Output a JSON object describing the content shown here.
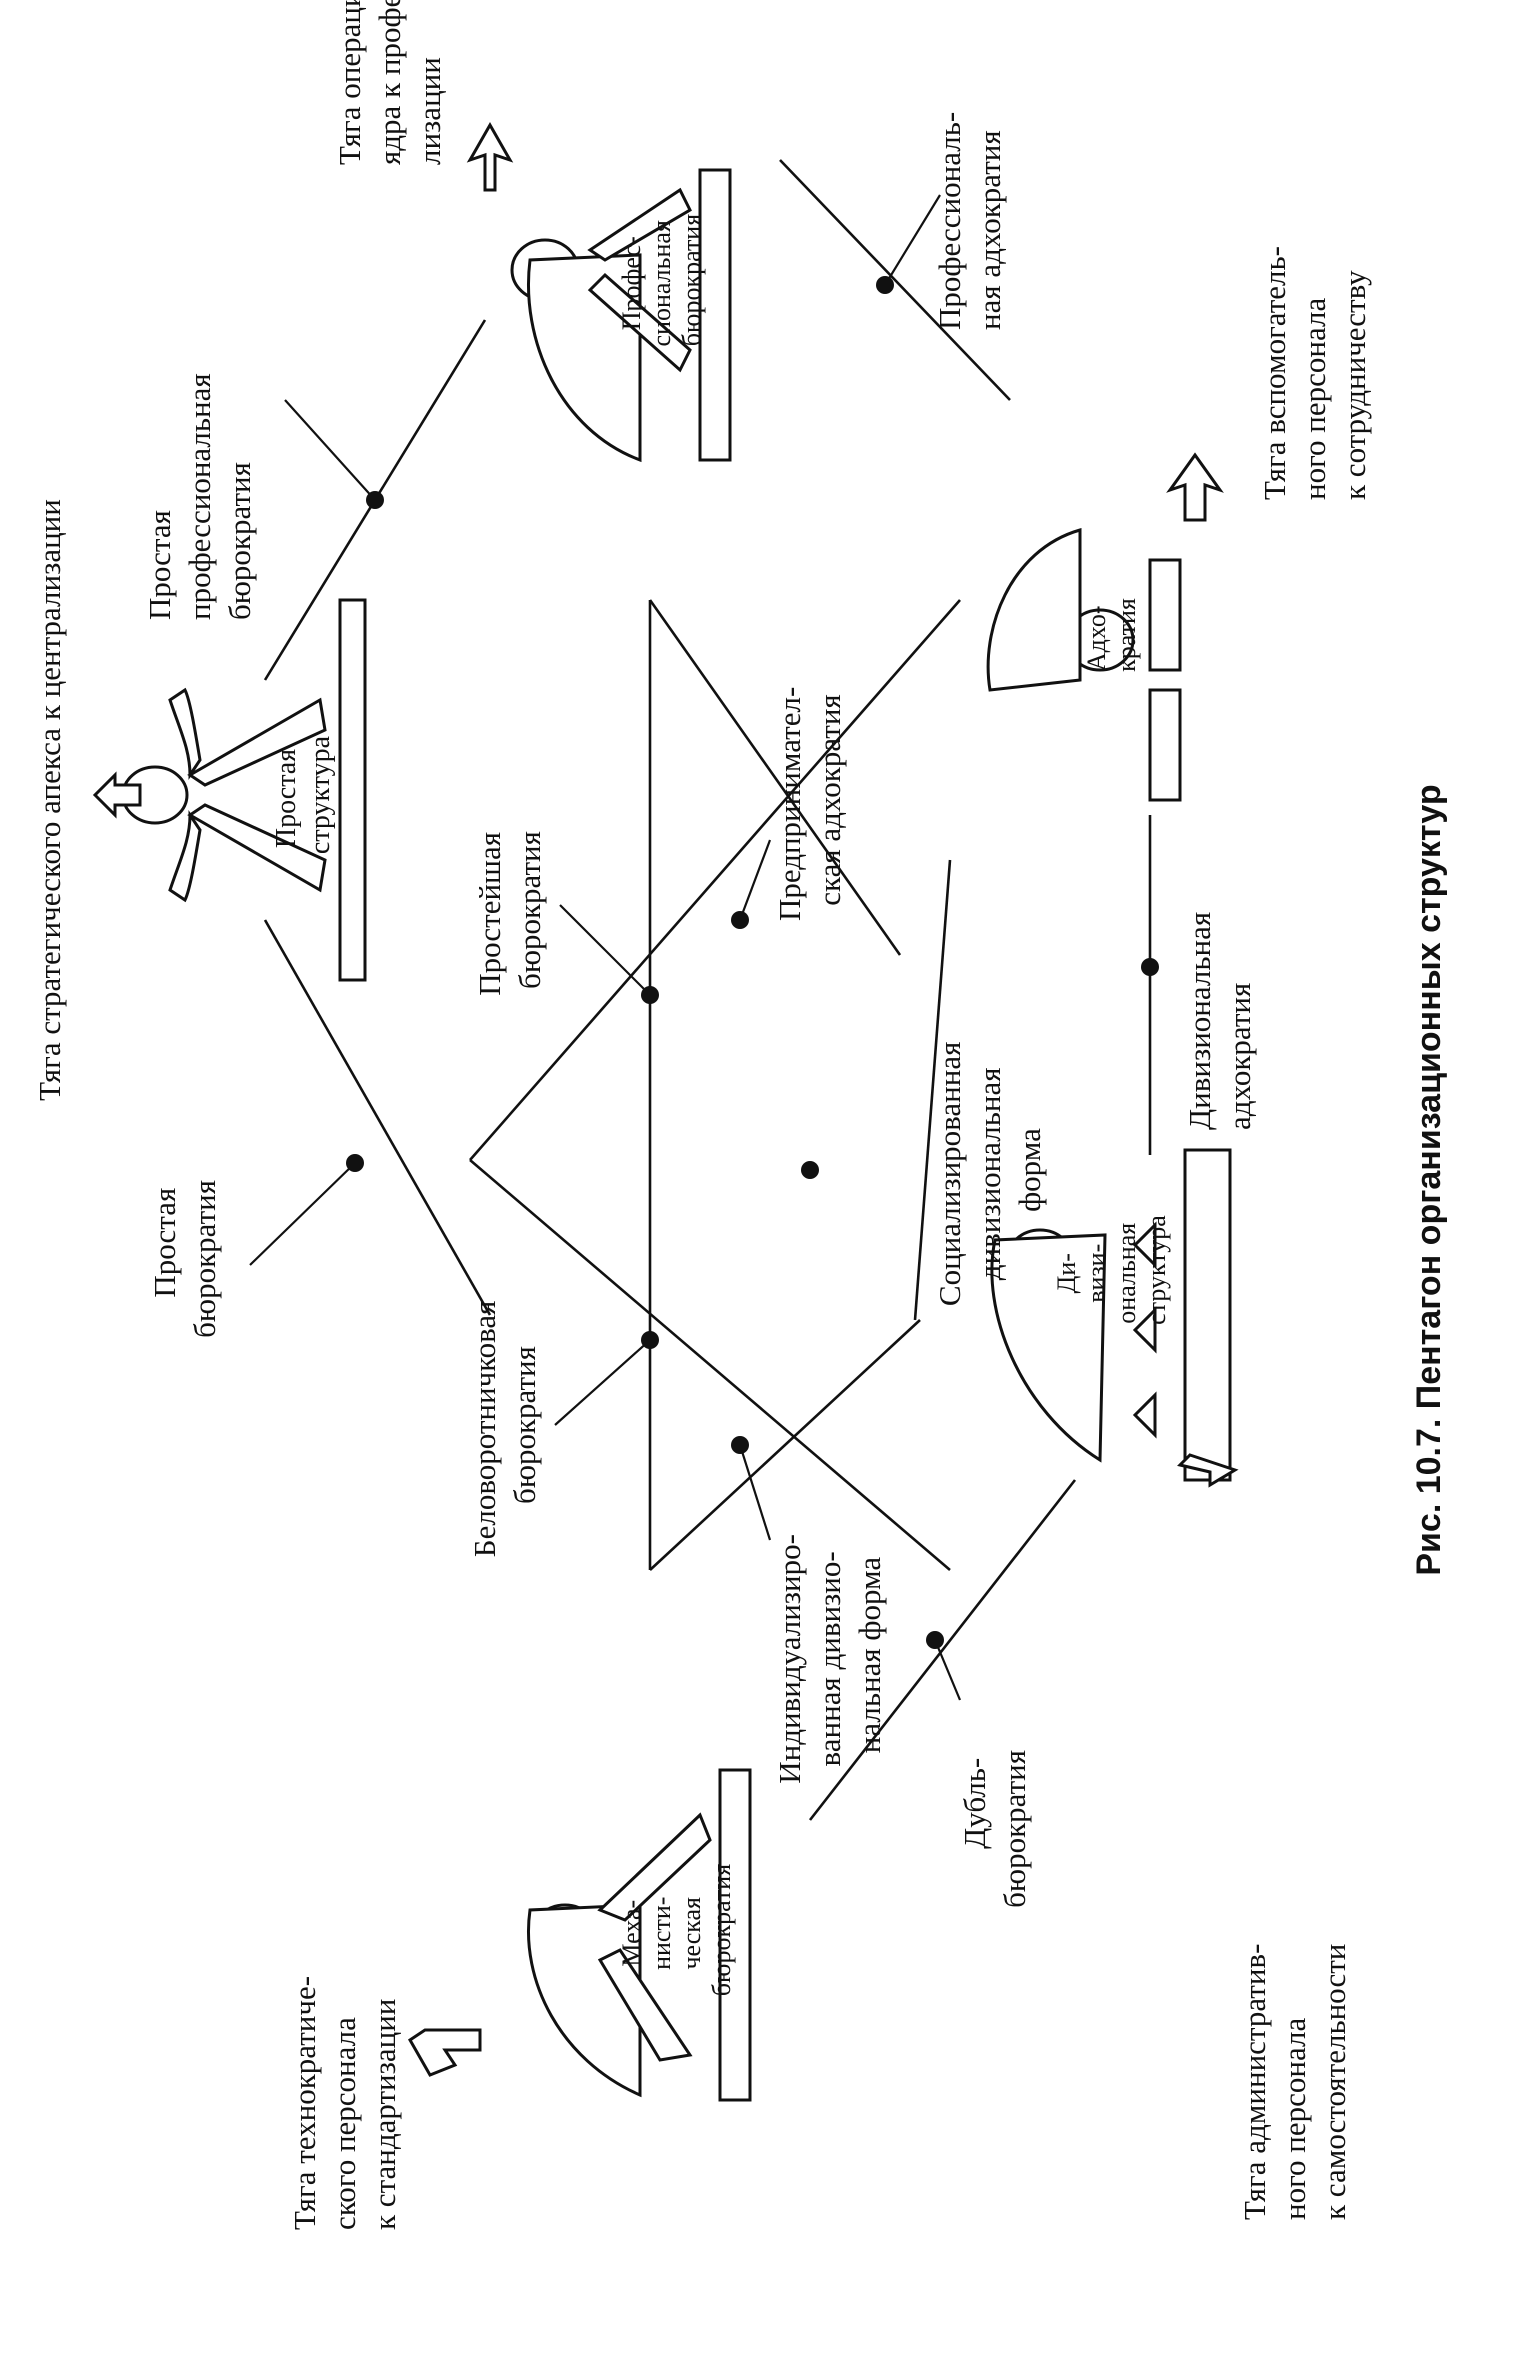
{
  "figure": {
    "caption": "Рис. 10.7. Пентагон организационных структур",
    "structures": {
      "simple": [
        "Простая",
        "структура"
      ],
      "machine": [
        "Меха-",
        "нисти-",
        "ческая",
        "бюрократия"
      ],
      "professional": [
        "Профес-",
        "сиональная",
        "бюрократия"
      ],
      "divisional": [
        "Ди-",
        "визи-",
        "ональная",
        "структура"
      ],
      "adhocracy": [
        "Адхо-",
        "кратия"
      ]
    },
    "pulls": {
      "strategic_apex": [
        "Тяга стратегического апекса к централизации"
      ],
      "technostructure": [
        "Тяга технократиче-",
        "ского персонала",
        "к стандартизации"
      ],
      "operating_core": [
        "Тяга операционного",
        "ядра к профессиона-",
        "лизации"
      ],
      "middle_line": [
        "Тяга административ-",
        "ного персонала",
        "к самостоятельности"
      ],
      "support_staff": [
        "Тяга вспомогатель-",
        "ного персонала",
        "к сотрудничеству"
      ]
    },
    "hybrids": {
      "simple_bureaucracy": [
        "Простая",
        "бюрократия"
      ],
      "simple_professional_bureaucracy": [
        "Простая",
        "профессиональная",
        "бюрократия"
      ],
      "professional_adhocracy": [
        "Профессиональ-",
        "ная адхократия"
      ],
      "divisional_adhocracy": [
        "Дивизиональная",
        "адхократия"
      ],
      "dual_bureaucracy": [
        "Дубль-",
        "бюрократия"
      ],
      "white_collar_bureaucracy": [
        "Беловоротничковая",
        "бюрократия"
      ],
      "simplest_bureaucracy": [
        "Простейшая",
        "бюрократия"
      ],
      "entrepreneurial_adhocracy": [
        "Предпринимател-",
        "ская адхократия"
      ],
      "socialized_divisional_form": [
        "Социализированная",
        "дивизиональная",
        "форма"
      ],
      "individualized_divisional_form": [
        "Индивидуализиро-",
        "ванная дивизио-",
        "нальная форма"
      ]
    }
  },
  "colors": {
    "ink": "#111111",
    "paper": "#ffffff"
  }
}
